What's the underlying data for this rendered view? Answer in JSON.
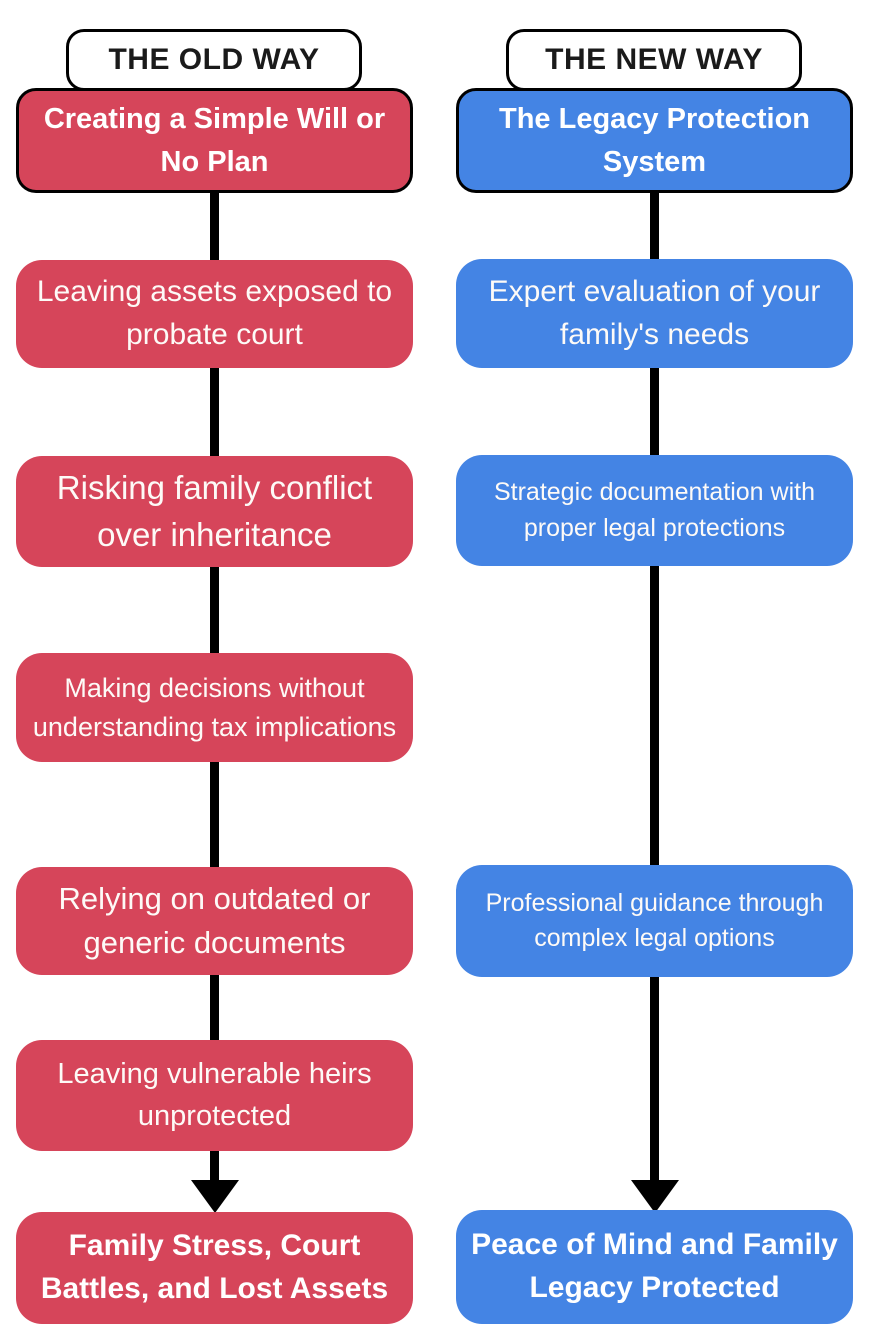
{
  "colors": {
    "old_accent": "#D6455A",
    "new_accent": "#4484E4",
    "line": "#000000",
    "label_bg": "#FFFFFF",
    "text_on_color": "#FFFFFF"
  },
  "old": {
    "label": "THE OLD WAY",
    "header": "Creating a Simple Will or No Plan",
    "steps": [
      "Leaving assets exposed to probate court",
      "Risking family conflict over inheritance",
      "Making decisions without understanding tax implications",
      "Relying on outdated or generic documents",
      "Leaving vulnerable heirs unprotected"
    ],
    "result": "Family Stress, Court Battles, and Lost Assets"
  },
  "new": {
    "label": "THE NEW WAY",
    "header": "The Legacy Protection System",
    "steps": [
      "Expert evaluation of your family's needs",
      "Strategic documentation with proper legal protections",
      "Professional guidance through complex legal options"
    ],
    "result": "Peace of Mind and Family Legacy Protected"
  }
}
